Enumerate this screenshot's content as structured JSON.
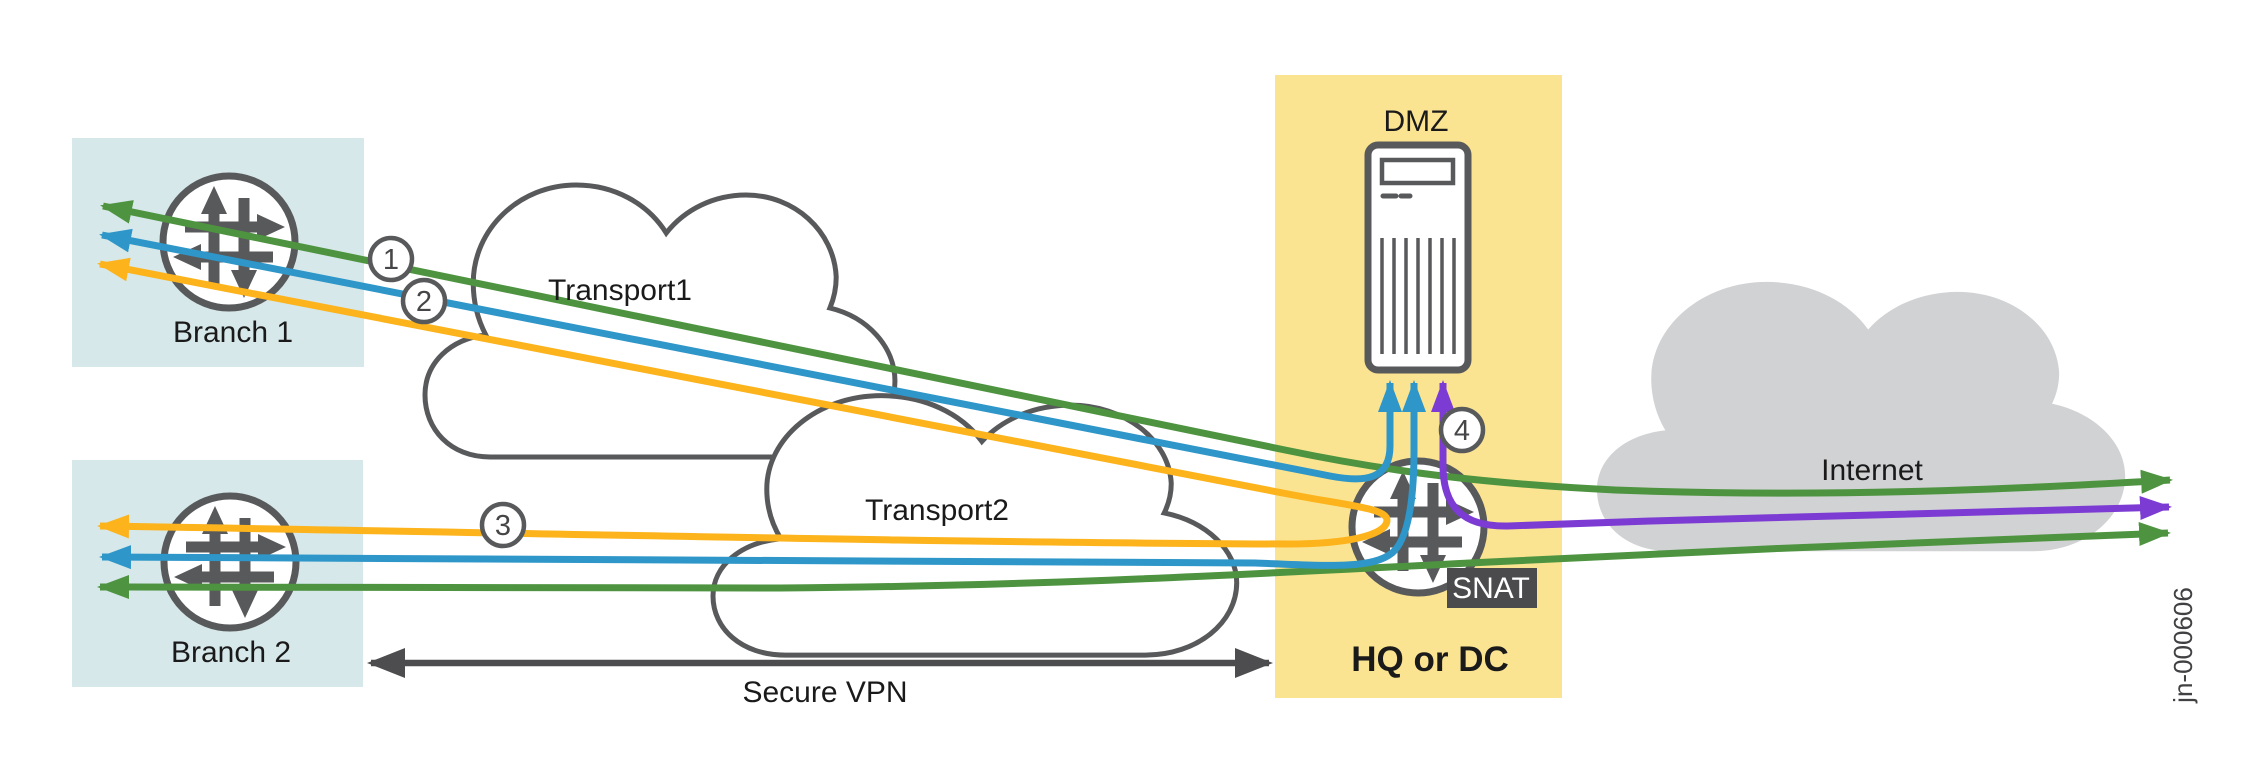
{
  "figure": {
    "id": "jn-000606"
  },
  "nodes": {
    "branch1": {
      "label": "Branch 1"
    },
    "branch2": {
      "label": "Branch 2"
    },
    "transport1": {
      "label": "Transport1"
    },
    "transport2": {
      "label": "Transport2"
    },
    "internet": {
      "label": "Internet"
    },
    "hq": {
      "label": "HQ or DC"
    },
    "dmz": {
      "label": "DMZ"
    },
    "snat": {
      "label": "SNAT"
    }
  },
  "annotations": {
    "secure_vpn": "Secure VPN"
  },
  "badges": {
    "b1": "1",
    "b2": "2",
    "b3": "3",
    "b4": "4"
  },
  "colors": {
    "green": "#4e9440",
    "blue": "#2e96c8",
    "orange": "#fcb31c",
    "purple": "#7c3bd3",
    "dark": "#58595b",
    "arrow": "#4d4d4f",
    "box_blue": "#d6e8ea",
    "box_yellow": "#fbe491",
    "cloud_fill": "#d1d2d4",
    "snat_bg": "#4b4b4d",
    "text": "#1a1a1a"
  }
}
